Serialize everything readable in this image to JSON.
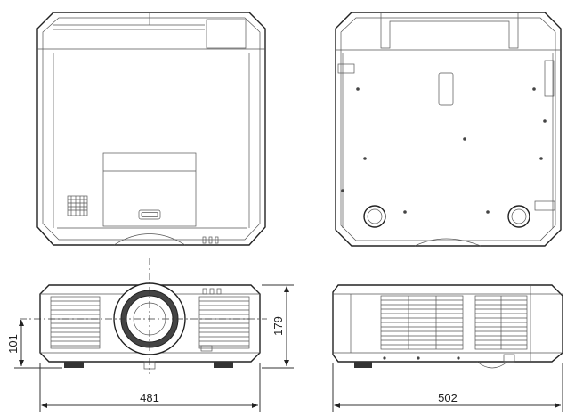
{
  "dimensions": {
    "width_front": "481",
    "width_side": "502",
    "height": "179",
    "lens_height": "101"
  },
  "colors": {
    "line": "#222222",
    "background": "#ffffff"
  }
}
